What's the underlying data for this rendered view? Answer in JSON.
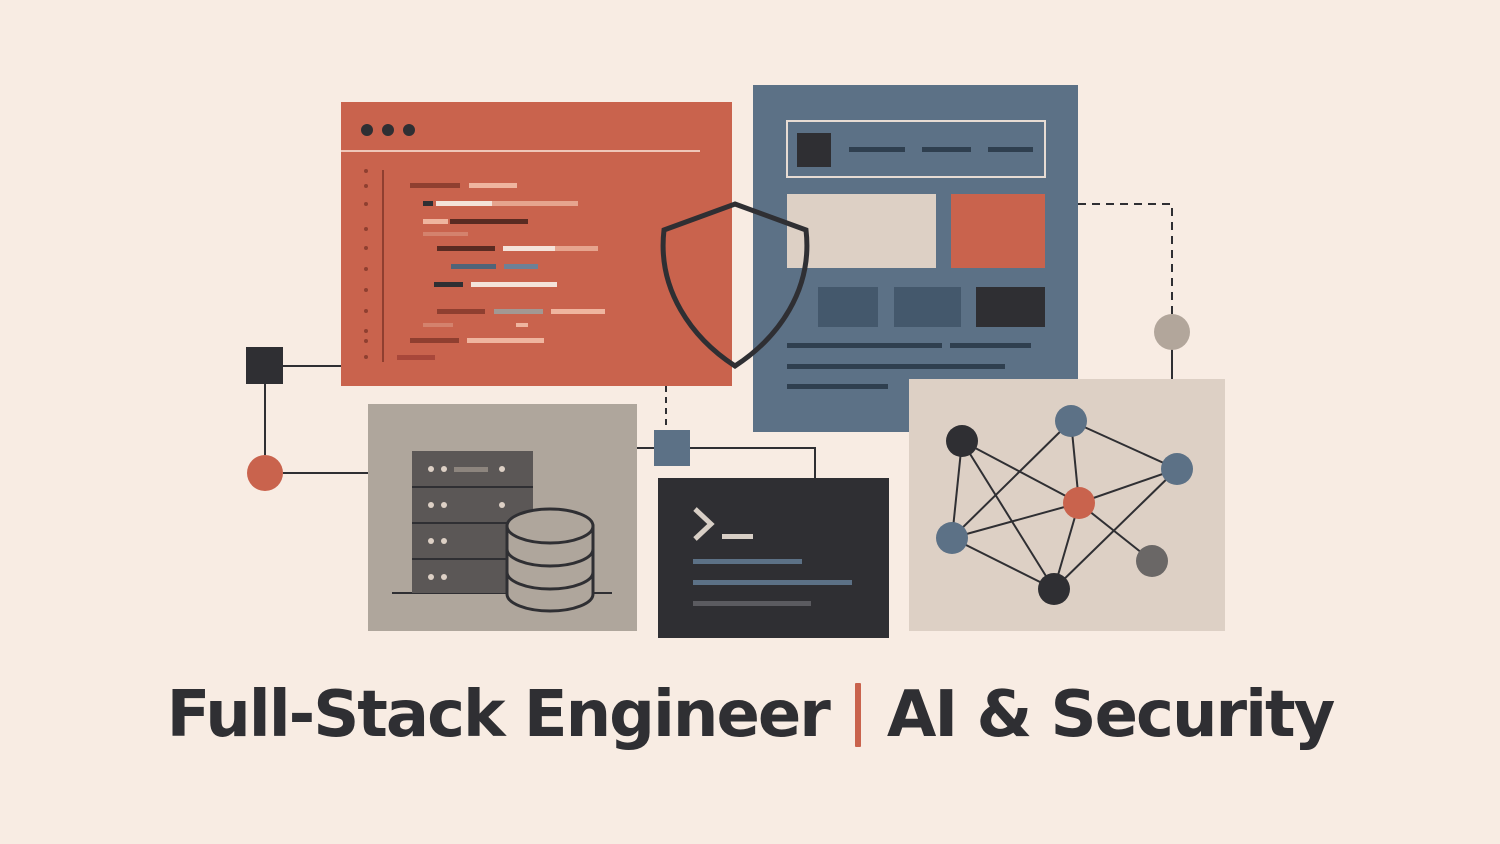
{
  "headline": {
    "left": "Full-Stack Engineer",
    "right": "AI & Security"
  },
  "icons": [
    "code-editor-window",
    "web-page-layout",
    "shield-icon",
    "database-server-icon",
    "terminal-icon",
    "neural-network-icon"
  ],
  "colors": {
    "background": "#f8ece3",
    "coral": "#c9634d",
    "slate": "#5c7186",
    "charcoal": "#2f2f33",
    "taupe": "#afa69c",
    "sand": "#ddd0c5",
    "divider": "#c9634d"
  }
}
